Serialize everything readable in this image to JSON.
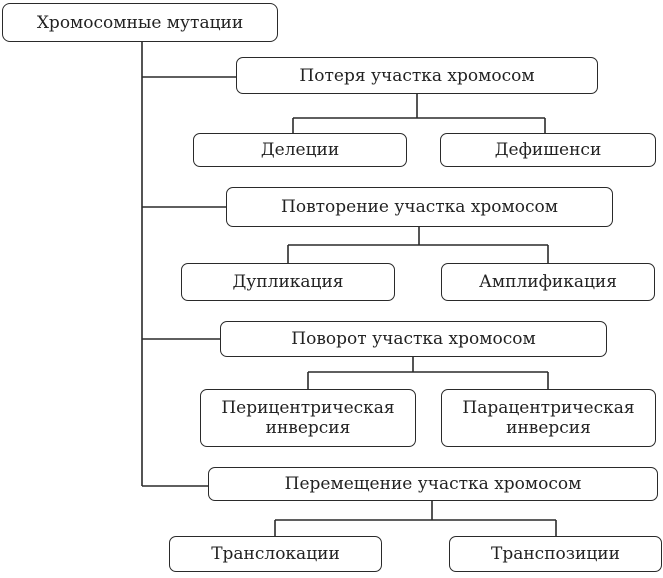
{
  "diagram": {
    "root": "Хромосомные мутации",
    "groups": [
      {
        "label": "Потеря участка хромосом",
        "children": [
          "Делеции",
          "Дефишенси"
        ]
      },
      {
        "label": "Повторение участка хромосом",
        "children": [
          "Дупликация",
          "Амплификация"
        ]
      },
      {
        "label": "Поворот участка хромосом",
        "children": [
          "Перицентрическая\nинверсия",
          "Парацентрическая\nинверсия"
        ]
      },
      {
        "label": "Перемещение участка хромосом",
        "children": [
          "Транслокации",
          "Транспозиции"
        ]
      }
    ]
  }
}
